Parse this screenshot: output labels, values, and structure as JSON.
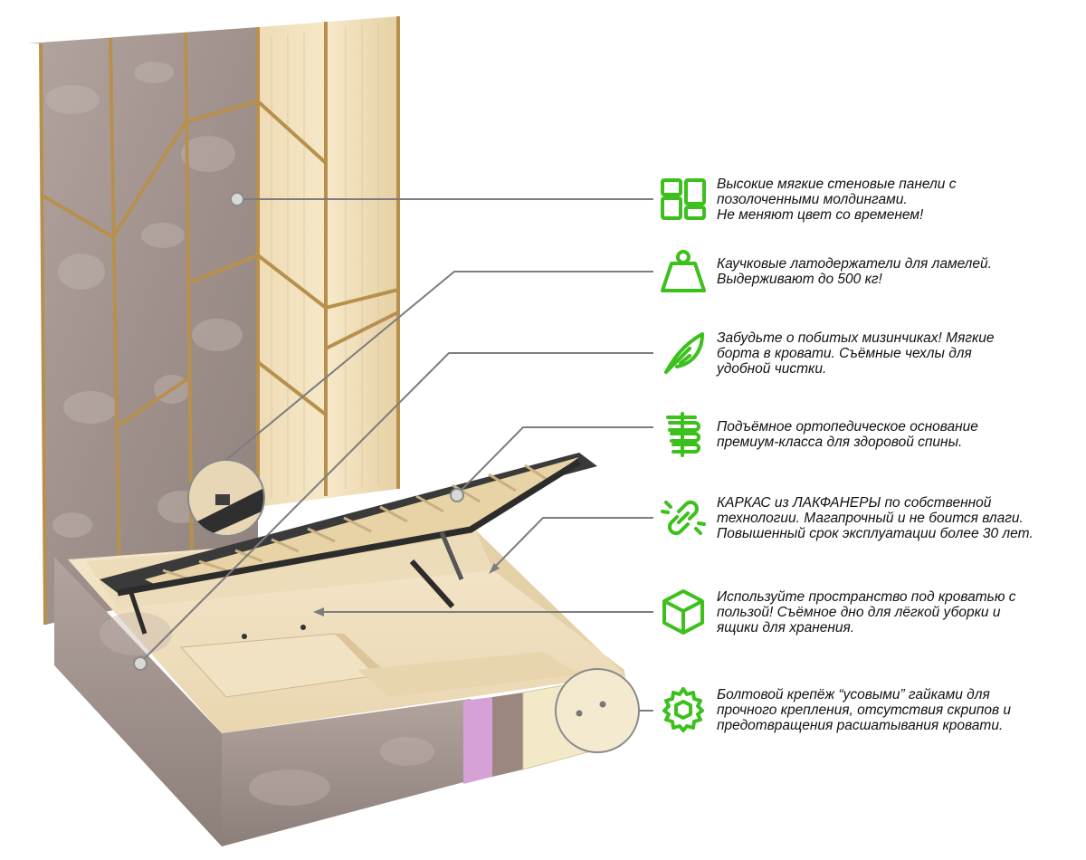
{
  "accent_color": "#3cc01c",
  "features": [
    {
      "icon": "wall-panels-icon",
      "text": "Высокие мягкие стеновые панели с\nпозолоченными молдингами.\nНе меняют цвет со временем!"
    },
    {
      "icon": "weight-icon",
      "text": "Каучковые латодержатели для ламелей.\nВыдерживают до 500 кг!"
    },
    {
      "icon": "feather-icon",
      "text": "Забудьте о побитых мизинчиках! Мягкие\nборта в кровати. Съёмные чехлы для\nудобной чистки."
    },
    {
      "icon": "orthopedic-base-icon",
      "text": "Подъёмное ортопедическое основание\nпремиум-класса для здоровой спины."
    },
    {
      "icon": "broken-link-icon",
      "text": "КАРКАС из ЛАКФАНЕРЫ по собственной\nтехнологии. Магапрочный и не боится влаги.\nПовышенный срок эксплуатации более 30 лет."
    },
    {
      "icon": "box-icon",
      "text": "Используйте пространство под кроватью с\nпользой! Съёмное дно для лёгкой уборки и\nящики для хранения."
    },
    {
      "icon": "gear-bolt-icon",
      "text": "Болтовой крепёж “усовыми” гайками для\nпрочного крепления, отсутствия скрипов и\nпредотвращения расшатывания кровати."
    }
  ]
}
